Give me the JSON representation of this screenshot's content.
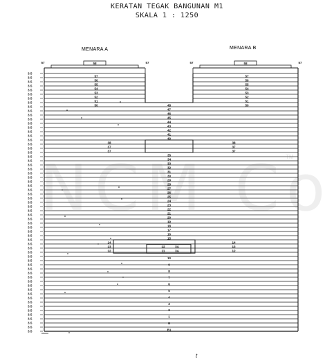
{
  "title": "KERATAN TEGAK BANGUNAN M1",
  "scale": "SKALA 1 : 1250",
  "watermark": "NCM Co",
  "watermark_tm": "TM",
  "footnote": "t",
  "tower_a": "MENARA A",
  "tower_b": "MENARA B",
  "roof": {
    "parapet_label": "57",
    "top_label": "58",
    "floor_labels": [
      "57",
      "56",
      "55",
      "54",
      "53",
      "52",
      "51",
      "50"
    ]
  },
  "core_labels": [
    "48",
    "47",
    "46",
    "45",
    "44",
    "43",
    "42",
    "41",
    "40"
  ],
  "skybridge_labels": [
    "38",
    "37",
    "37"
  ],
  "lower_labels": [
    "35",
    "34",
    "33",
    "32",
    "31",
    "30",
    "29",
    "28",
    "27",
    "26",
    "25",
    "24",
    "23",
    "22",
    "21",
    "20",
    "19",
    "18",
    "17",
    "16",
    "15"
  ],
  "step_labels": {
    "left": [
      "14",
      "13",
      "12"
    ],
    "right": [
      "14",
      "13",
      "12"
    ],
    "center": [
      "12",
      "3A",
      "11",
      "3A"
    ]
  },
  "podium_labels": [
    "10",
    "9",
    "8",
    "7",
    "6",
    "5",
    "4",
    "3",
    "2",
    "1",
    "G",
    "B1"
  ],
  "level_marker": "3.5"
}
